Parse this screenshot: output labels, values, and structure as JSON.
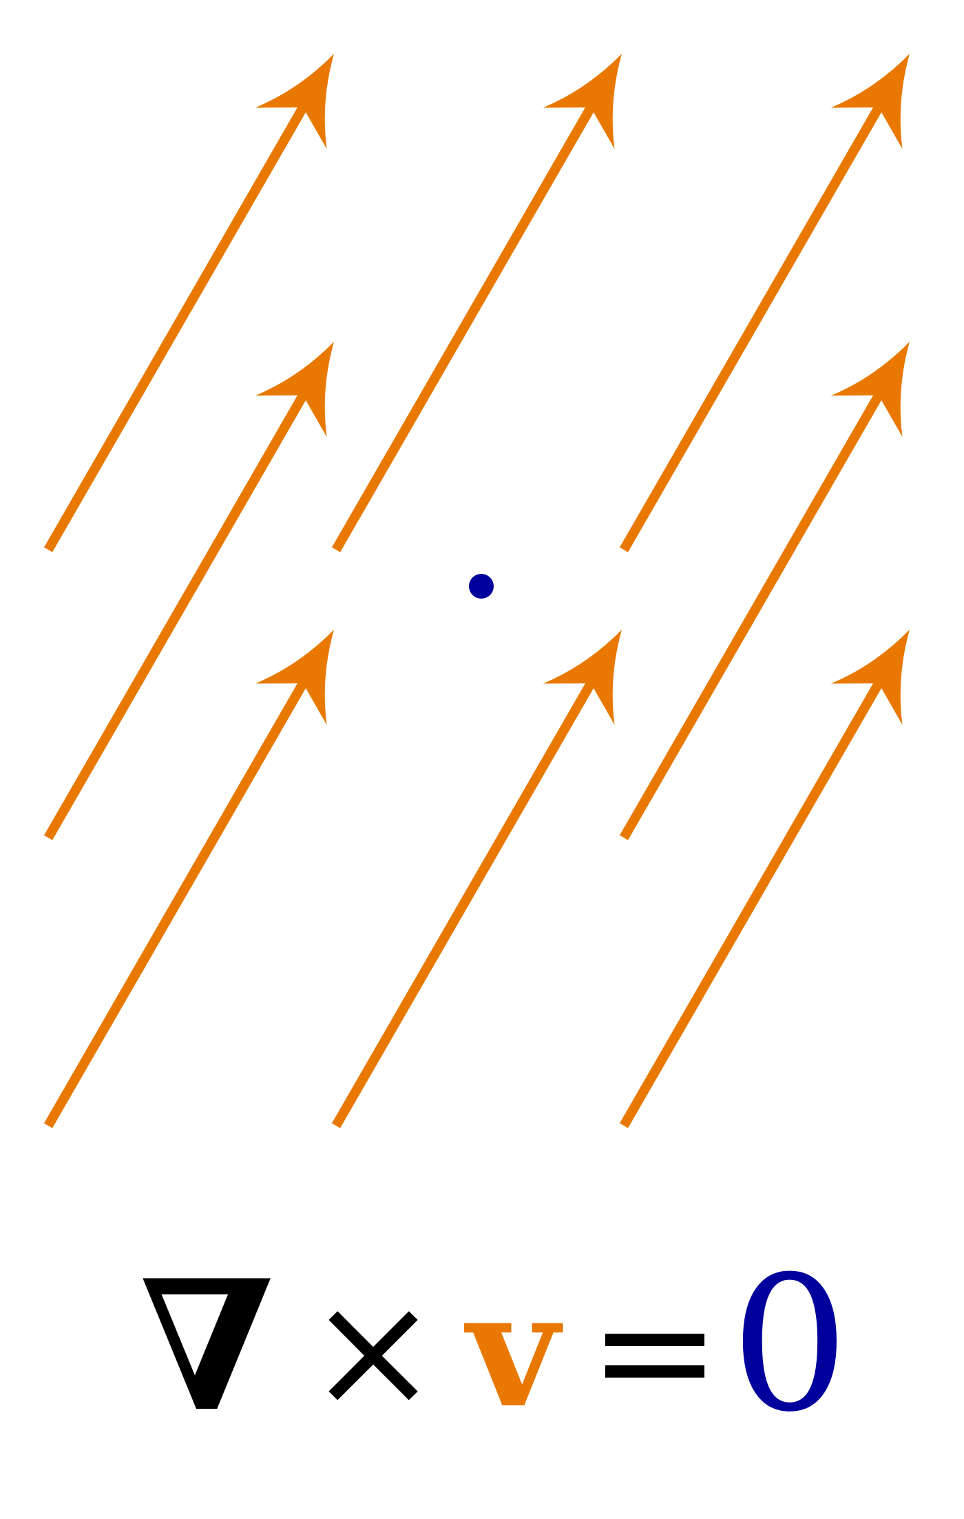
{
  "colors": {
    "field": "#E87800",
    "point": "#00009C",
    "ink": "#000000"
  },
  "field": {
    "description_icon": "uniform-vector-field",
    "arrows": [
      {
        "row": 0,
        "col": 0
      },
      {
        "row": 0,
        "col": 1
      },
      {
        "row": 0,
        "col": 2
      },
      {
        "row": 1,
        "col": 0
      },
      {
        "row": 1,
        "col": 2
      },
      {
        "row": 2,
        "col": 0
      },
      {
        "row": 2,
        "col": 1
      },
      {
        "row": 2,
        "col": 2
      }
    ]
  },
  "formula": {
    "nabla": "∇",
    "cross": "×",
    "vector": "v",
    "equals": "=",
    "result": "0"
  }
}
